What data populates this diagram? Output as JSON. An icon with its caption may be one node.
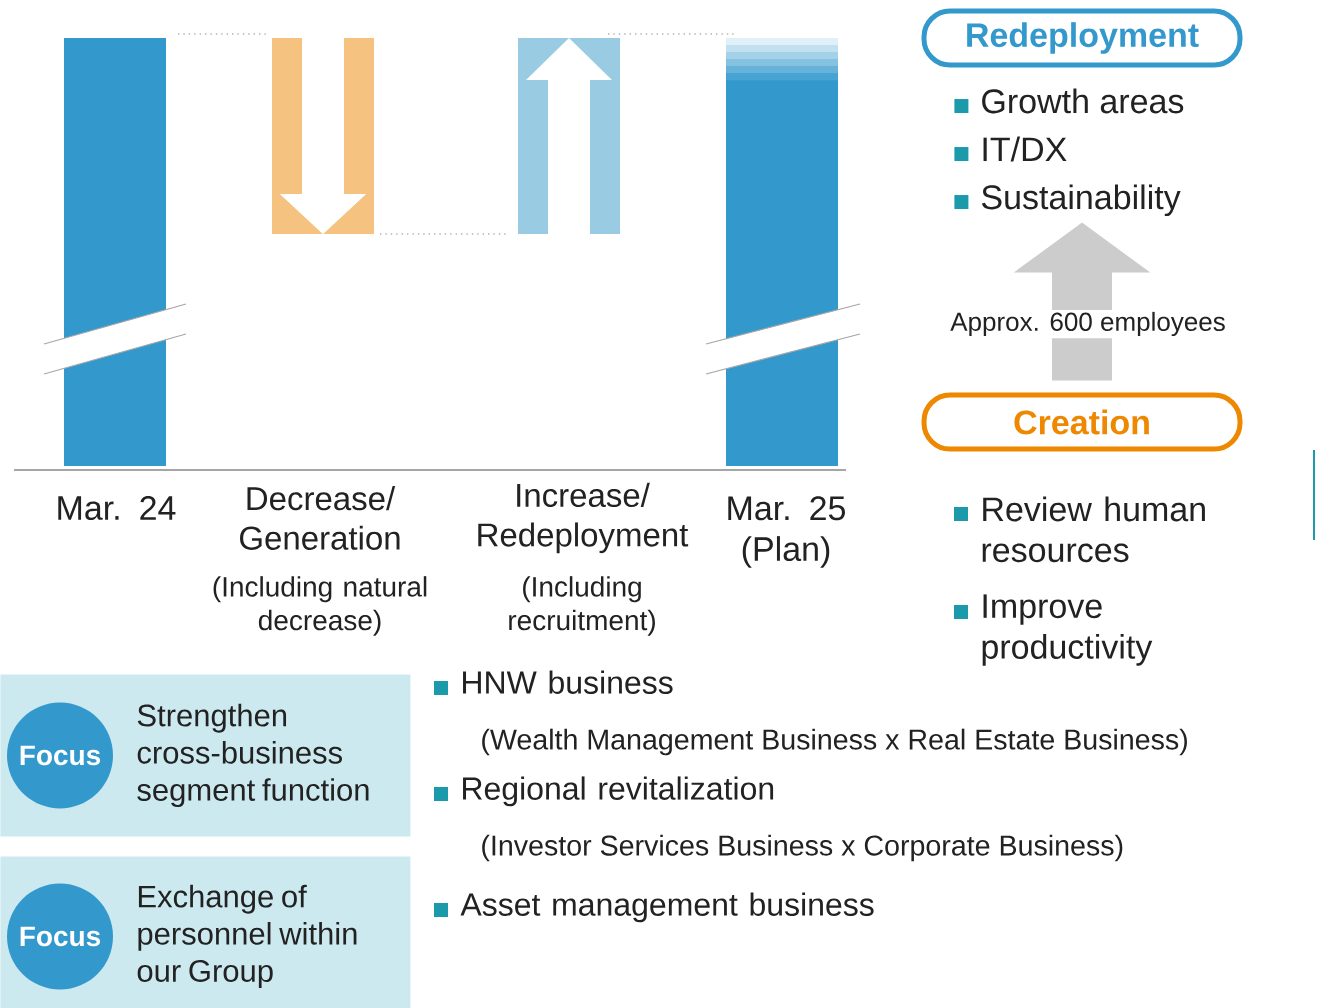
{
  "diagram": {
    "nodes": [
      {
        "text": [
          "Redeployment"
        ]
      },
      {
        "text": [
          "Growth areas",
          "IT/DX",
          "Sustainability"
        ]
      },
      {
        "text": [
          "Creation"
        ]
      },
      {
        "text": [
          "Strengthen cross-business segment function"
        ]
      },
      {
        "text": [
          "Focus"
        ],
        "in": 3
      },
      {
        "text": [
          "Exchange of personnel within our Group"
        ]
      },
      {
        "text": [
          "Focus"
        ],
        "in": 5
      }
    ],
    "edges": [
      {
        "from": 2,
        "to": 1,
        "arrow": "to",
        "label": "Approx. 600 employees"
      }
    ],
    "labels": [
      "Mar. 24",
      "Decrease/ Generation",
      "(Including natural decrease)",
      "Increase/ Redeployment",
      "(Including recruitment)",
      "Mar. 25 (Plan)",
      "Review human resources",
      "Improve productivity",
      "HNW business",
      "(Wealth Management Business x Real Estate Business)",
      "Regional revitalization",
      "(Investor Services Business x Corporate Business)",
      "Asset management business"
    ]
  }
}
